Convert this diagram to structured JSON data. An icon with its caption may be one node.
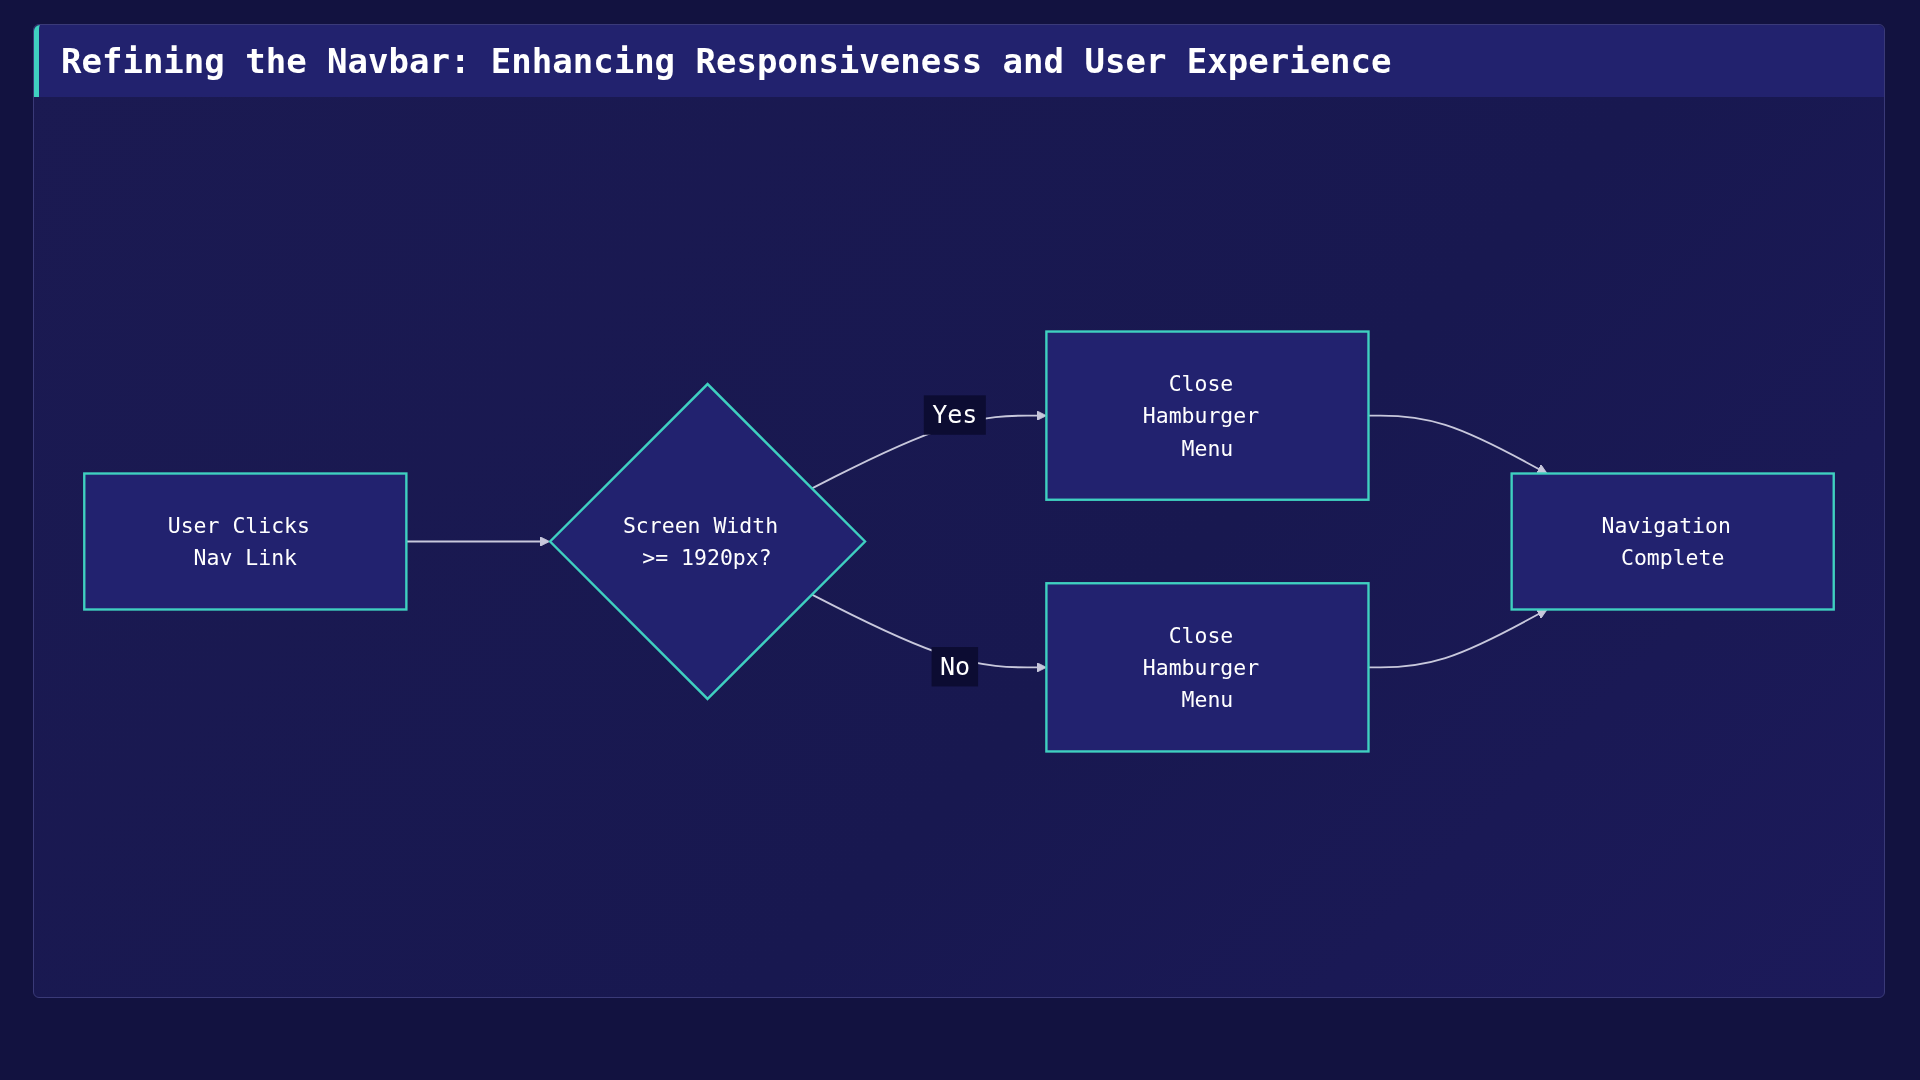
{
  "diagram": {
    "title": "Refining the Navbar: Enhancing Responsiveness and User Experience",
    "nodes": [
      {
        "text": [
          "User Clicks Nav Link"
        ]
      },
      {
        "text": [
          "Screen Width >= 1920px?"
        ]
      },
      {
        "text": [
          "Close Hamburger Menu"
        ]
      },
      {
        "text": [
          "Close Hamburger Menu"
        ]
      },
      {
        "text": [
          "Navigation Complete"
        ]
      }
    ],
    "edges": [
      {
        "from": 0,
        "to": 1,
        "arrow": "to"
      },
      {
        "from": 1,
        "to": 2,
        "label": "Yes",
        "arrow": "to"
      },
      {
        "from": 1,
        "to": 3,
        "label": "No",
        "arrow": "to"
      },
      {
        "from": 2,
        "to": 4,
        "arrow": "to"
      },
      {
        "from": 3,
        "to": 4,
        "arrow": "to"
      }
    ]
  }
}
